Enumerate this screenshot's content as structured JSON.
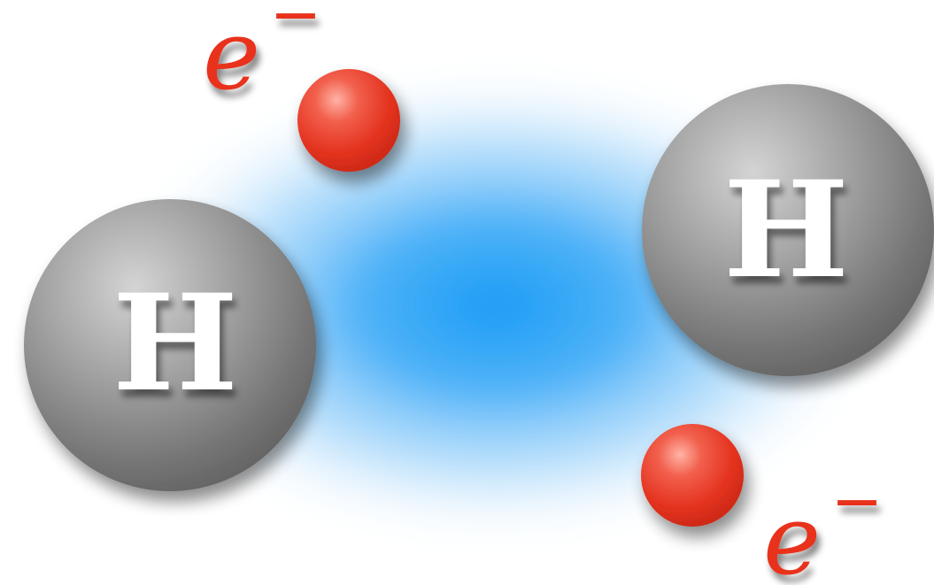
{
  "colors": {
    "cloud": "#1a9cf5",
    "atom": "#a6a6a6",
    "electron": "#e8321e",
    "label": "#e8321e",
    "letter": "#ffffff"
  },
  "atoms": [
    {
      "label": "H"
    },
    {
      "label": "H"
    }
  ],
  "electrons": [
    {
      "symbol": "e",
      "charge": "−"
    },
    {
      "symbol": "e",
      "charge": "−"
    }
  ]
}
